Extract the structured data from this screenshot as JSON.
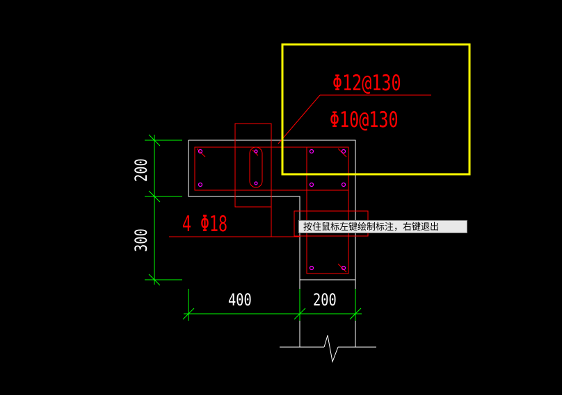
{
  "rebar": {
    "spacing_line1": "Φ12@130",
    "spacing_line2": "Φ10@130",
    "main_bars": "4 Φ18"
  },
  "dimensions": {
    "left_upper": "200",
    "left_lower": "300",
    "bottom_left": "400",
    "bottom_right": "200"
  },
  "status": {
    "prompt": "按住鼠标左键绘制标注，右键退出"
  },
  "colors": {
    "background": "#000000",
    "outline": "#ffffff",
    "rebar": "#ff0000",
    "dimension": "#00ff00",
    "selection": "#ffff00",
    "bar_point": "#ff00ff"
  }
}
